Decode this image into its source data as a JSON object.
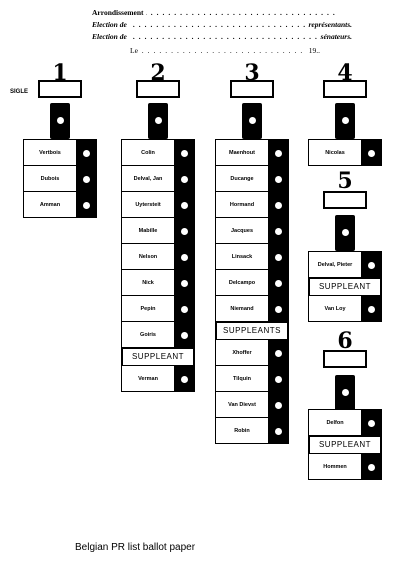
{
  "header": {
    "arrondissement": "Arrondissement",
    "election_rep": "Election de",
    "election_rep_suffix": "représentants.",
    "election_sen": "Election de",
    "election_sen_suffix": "sénateurs.",
    "date_prefix": "Le",
    "date_suffix": "19.."
  },
  "sigle_label": "SIGLE",
  "caption": "Belgian PR list ballot paper",
  "lists": [
    {
      "number": "1",
      "candidates": [
        "Vertbois",
        "Dubois",
        "Amman"
      ],
      "suppleant_label": "",
      "suppleants": []
    },
    {
      "number": "2",
      "candidates": [
        "Colin",
        "Delval, Jan",
        "Uytersteit",
        "Mabille",
        "Nelson",
        "Nick",
        "Pepin",
        "Goiris"
      ],
      "suppleant_label": "SUPPLEANT",
      "suppleants": [
        "Verman"
      ]
    },
    {
      "number": "3",
      "candidates": [
        "Maenhout",
        "Ducange",
        "Hormand",
        "Jacques",
        "Linsack",
        "Delcampo",
        "Niemand"
      ],
      "suppleant_label": "SUPPLEANTS",
      "suppleants": [
        "Xhoffer",
        "Tilquin",
        "Van Dievst",
        "Robin"
      ]
    },
    {
      "number": "4",
      "candidates": [
        "Nicolas"
      ],
      "suppleant_label": "",
      "suppleants": []
    },
    {
      "number": "5",
      "candidates": [
        "Delval, Pieter"
      ],
      "suppleant_label": "SUPPLEANT",
      "suppleants": [
        "Van Loy"
      ]
    },
    {
      "number": "6",
      "candidates": [
        "Delfon"
      ],
      "suppleant_label": "SUPPLEANT",
      "suppleants": [
        "Hommen"
      ]
    }
  ]
}
